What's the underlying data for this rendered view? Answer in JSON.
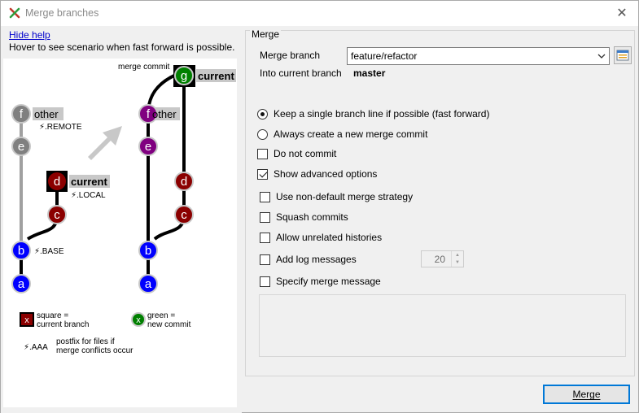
{
  "window": {
    "title": "Merge branches",
    "app_icon": "git-extensions-icon",
    "close_label": "✕"
  },
  "help": {
    "hide_help_label": "Hide help",
    "hover_text": "Hover to see scenario when fast forward is possible."
  },
  "diagram": {
    "merge_commit_label": "merge commit",
    "before": {
      "other_branch": "other",
      "remote_postfix": ".REMOTE",
      "current_branch": "current",
      "local_postfix": ".LOCAL",
      "base_postfix": ".BASE",
      "commits": [
        "f",
        "e",
        "d",
        "c",
        "b",
        "a"
      ]
    },
    "after": {
      "merge_commit": "g",
      "current_branch": "current",
      "other_branch": "other",
      "commits": [
        "f",
        "e",
        "d",
        "c",
        "b",
        "a"
      ]
    },
    "legend": {
      "square_symbol": "x",
      "square_text_1": "square =",
      "square_text_2": "current branch",
      "green_symbol": "x",
      "green_text_1": "green =",
      "green_text_2": "new commit",
      "postfix_symbol": ".AAA",
      "postfix_text_1": "postfix for files if",
      "postfix_text_2": "merge conflicts occur"
    },
    "colors": {
      "blue": "#0000ff",
      "dark_red": "#8b0000",
      "purple": "#800080",
      "gray": "#808080",
      "green": "#008000"
    }
  },
  "merge": {
    "group_title": "Merge",
    "merge_branch_label": "Merge branch",
    "merge_branch_value": "feature/refactor",
    "into_label": "Into current branch",
    "into_value": "master",
    "options": {
      "fast_forward": "Keep a single branch line if possible (fast forward)",
      "no_fast_forward": "Always create a new merge commit",
      "do_not_commit": "Do not commit",
      "show_advanced": "Show advanced options",
      "non_default_strategy": "Use non-default merge strategy",
      "squash": "Squash commits",
      "unrelated": "Allow unrelated histories",
      "log_messages": "Add log messages",
      "log_count": "20",
      "specify_message": "Specify merge message"
    },
    "state": {
      "fast_forward": true,
      "no_fast_forward": false,
      "do_not_commit": false,
      "show_advanced": true,
      "non_default_strategy": false,
      "squash": false,
      "unrelated": false,
      "log_messages": false,
      "specify_message": false
    },
    "merge_button_label": "Merge"
  }
}
